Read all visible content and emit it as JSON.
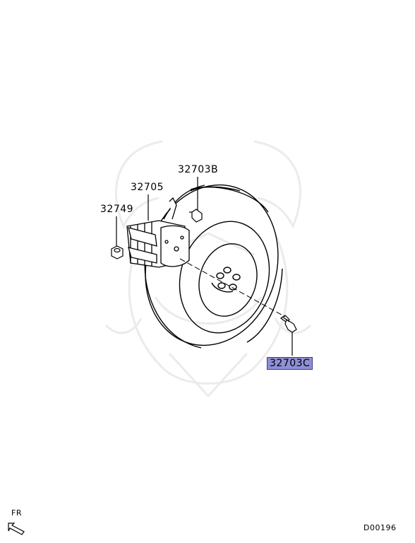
{
  "callouts": {
    "c32703B": "32703B",
    "c32705": "32705",
    "c32749": "32749",
    "c32703C": "32703C"
  },
  "direction_label": "FR",
  "diagram_code": "D00196",
  "colors": {
    "highlight": "#8f8fd6",
    "watermark": "#ececec",
    "line": "#000000"
  }
}
